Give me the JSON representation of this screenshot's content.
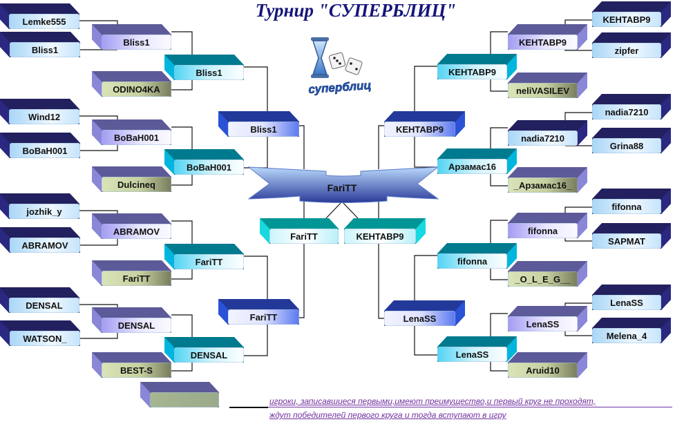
{
  "title": "Турнир \"СУПЕРБЛИЦ\"",
  "logo_text": "суперблиц",
  "final_winner": "FariTT",
  "finalists": [
    "FariTT",
    "KEHTABP9"
  ],
  "left": {
    "round1": [
      "Lemke555",
      "Bliss1",
      "Wind12",
      "BoBaH001",
      "jozhik_y",
      "ABRAMOV",
      "DENSAL",
      "WATSON_"
    ],
    "round2": [
      "Bliss1",
      "BoBaH001",
      "ABRAMOV",
      "DENSAL"
    ],
    "byes": [
      "ODINO4KA",
      "Dulcineq",
      "FariTT",
      "BEST-S"
    ],
    "round3": [
      "Bliss1",
      "BoBaH001",
      "FariTT",
      "DENSAL"
    ],
    "round4": [
      "Bliss1",
      "FariTT"
    ]
  },
  "right": {
    "round1": [
      "KEHTABP9",
      "zipfer",
      "nadia7210",
      "Grina88",
      "fifonna",
      "SAPMAT",
      "LenaSS",
      "Melena_4"
    ],
    "round2": [
      "KEHTABP9",
      "nadia7210",
      "fifonna",
      "LenaSS"
    ],
    "byes": [
      "neliVASILEV",
      "_Арзамас16_",
      "_O_L_E_G__",
      "Aruid10"
    ],
    "round3": [
      "KEHTABP9",
      "Арзамас16",
      "fifonna",
      "LenaSS"
    ],
    "round4": [
      "KEHTABP9",
      "LenaSS"
    ]
  },
  "legend": {
    "box_label": "",
    "note_line1": "игроки, записавшиеся первыми,имеют преимущество,и первый круг не проходят,",
    "note_line2": "ждут победителей первого круга и тогда вступают в игру"
  },
  "colors": {
    "title": "#15157a",
    "note": "#7030a0",
    "round1_top": "#22205e",
    "round2_top": "#5c5a98",
    "round3_top": "#007a8e",
    "round4_top": "#23399a",
    "final_top": "#009696"
  }
}
